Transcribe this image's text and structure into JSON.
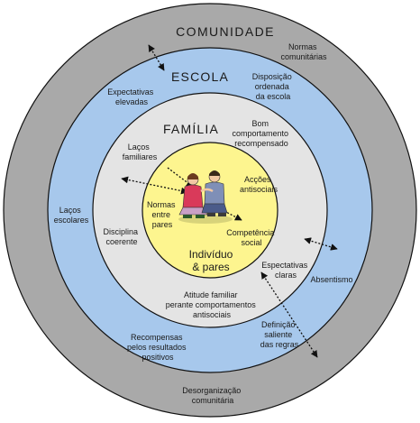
{
  "colors": {
    "community": "#a9a9a9",
    "school": "#a7c8ec",
    "family": "#e4e4e4",
    "individual": "#fdf58f",
    "ring_stroke": "#111111"
  },
  "titles": {
    "community": "COMUNIDADE",
    "school": "ESCOLA",
    "family": "FAMÍLIA",
    "individual_l1": "Indivíduo",
    "individual_l2": "& pares"
  },
  "community": {
    "norms_l1": "Normas",
    "norms_l2": "comunitárias",
    "disorg_l1": "Desorganização",
    "disorg_l2": "comunitária"
  },
  "school": {
    "order_l1": "Disposição",
    "order_l2": "ordenada",
    "order_l3": "da escola",
    "expect_l1": "Expectativas",
    "expect_l2": "elevadas",
    "ties_l1": "Laços",
    "ties_l2": "escolares",
    "absent": "Absentismo",
    "rules_l1": "Definição",
    "rules_l2": "saliente",
    "rules_l3": "das regras",
    "rewards_l1": "Recompensas",
    "rewards_l2": "pelos resultados",
    "rewards_l3": "positivos"
  },
  "family": {
    "behavior_l1": "Bom",
    "behavior_l2": "comportamento",
    "behavior_l3": "recompensado",
    "ties_l1": "Laços",
    "ties_l2": "familiares",
    "discipline_l1": "Disciplina",
    "discipline_l2": "coerente",
    "expect_l1": "Espectativas",
    "expect_l2": "claras",
    "attitude_l1": "Atitude familiar",
    "attitude_l2": "perante comportamentos",
    "attitude_l3": "antisociais"
  },
  "individual": {
    "actions_l1": "Acções",
    "actions_l2": "antisociais",
    "norms_l1": "Normas",
    "norms_l2": "entre",
    "norms_l3": "pares",
    "competence_l1": "Competência",
    "competence_l2": "social"
  },
  "icons": {
    "figures": "children-icon"
  }
}
